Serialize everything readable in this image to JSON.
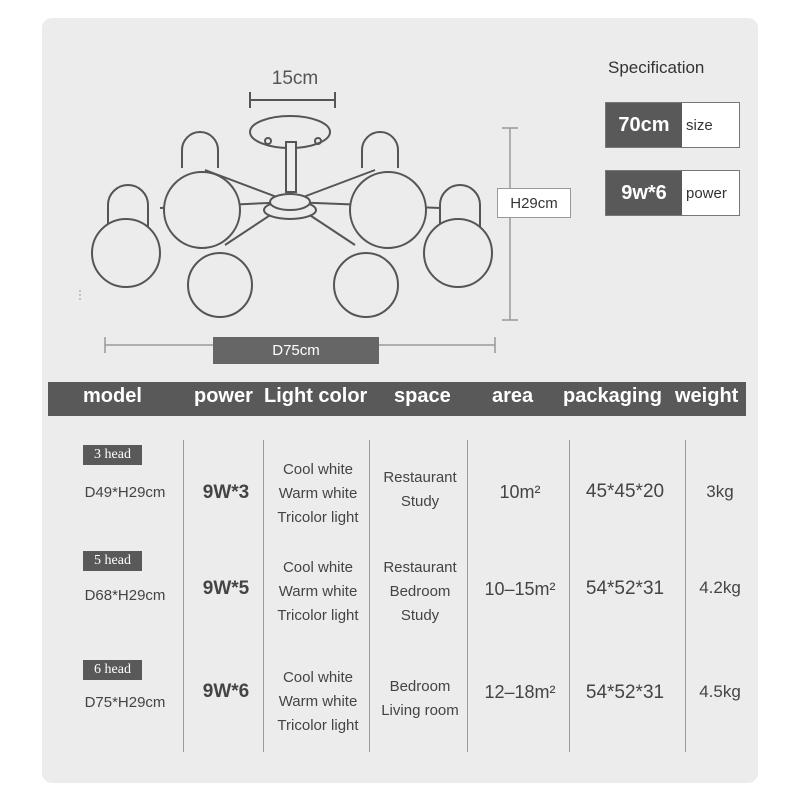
{
  "dimensions": {
    "top_width": "15cm",
    "height": "H29cm",
    "diameter": "D75cm"
  },
  "specification": {
    "title": "Specification",
    "size_value": "70cm",
    "size_label": "size",
    "power_value": "9w*6",
    "power_label": "power"
  },
  "table": {
    "headers": {
      "model": "model",
      "power": "power",
      "light_color": "Light color",
      "space": "space",
      "area": "area",
      "packaging": "packaging",
      "weight": "weight"
    },
    "rows": [
      {
        "head": "3 head",
        "size": "D49*H29cm",
        "power": "9W*3",
        "light_colors": [
          "Cool white",
          "Warm white",
          "Tricolor light"
        ],
        "spaces": [
          "Restaurant",
          "Study"
        ],
        "area": "10m²",
        "packaging": "45*45*20",
        "weight": "3kg"
      },
      {
        "head": "5 head",
        "size": "D68*H29cm",
        "power": "9W*5",
        "light_colors": [
          "Cool white",
          "Warm white",
          "Tricolor light"
        ],
        "spaces": [
          "Restaurant",
          "Bedroom",
          "Study"
        ],
        "area": "10–15m²",
        "packaging": "54*52*31",
        "weight": "4.2kg"
      },
      {
        "head": "6 head",
        "size": "D75*H29cm",
        "power": "9W*6",
        "light_colors": [
          "Cool white",
          "Warm white",
          "Tricolor light"
        ],
        "spaces": [
          "Bedroom",
          "Living room"
        ],
        "area": "12–18m²",
        "packaging": "54*52*31",
        "weight": "4.5kg"
      }
    ]
  }
}
